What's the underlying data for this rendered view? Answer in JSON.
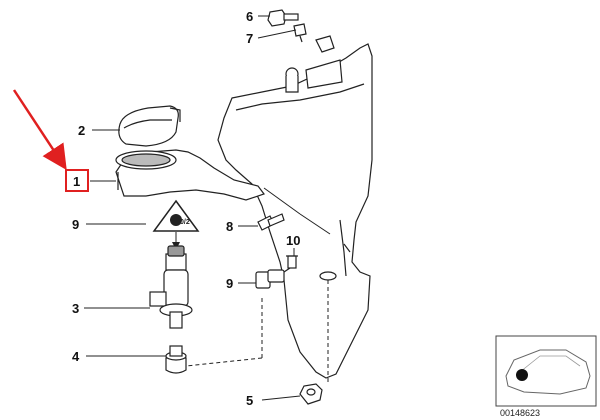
{
  "parts": [
    {
      "id": "p1",
      "label": "1"
    },
    {
      "id": "p2",
      "label": "2"
    },
    {
      "id": "p3",
      "label": "3"
    },
    {
      "id": "p4",
      "label": "4"
    },
    {
      "id": "p5",
      "label": "5"
    },
    {
      "id": "p6",
      "label": "6"
    },
    {
      "id": "p7",
      "label": "7"
    },
    {
      "id": "p8",
      "label": "8"
    },
    {
      "id": "p9a",
      "label": "9"
    },
    {
      "id": "p9b",
      "label": "9"
    },
    {
      "id": "p10",
      "label": "10"
    }
  ],
  "highlight": {
    "part": "1",
    "color": "#e02020"
  },
  "warning_symbol": {
    "icon": "warning-triangle-icon",
    "text": "0/2"
  },
  "diagram_ref": "00148623",
  "colors": {
    "line": "#222222",
    "shade": "#9a9a9a",
    "highlight": "#e02020"
  }
}
